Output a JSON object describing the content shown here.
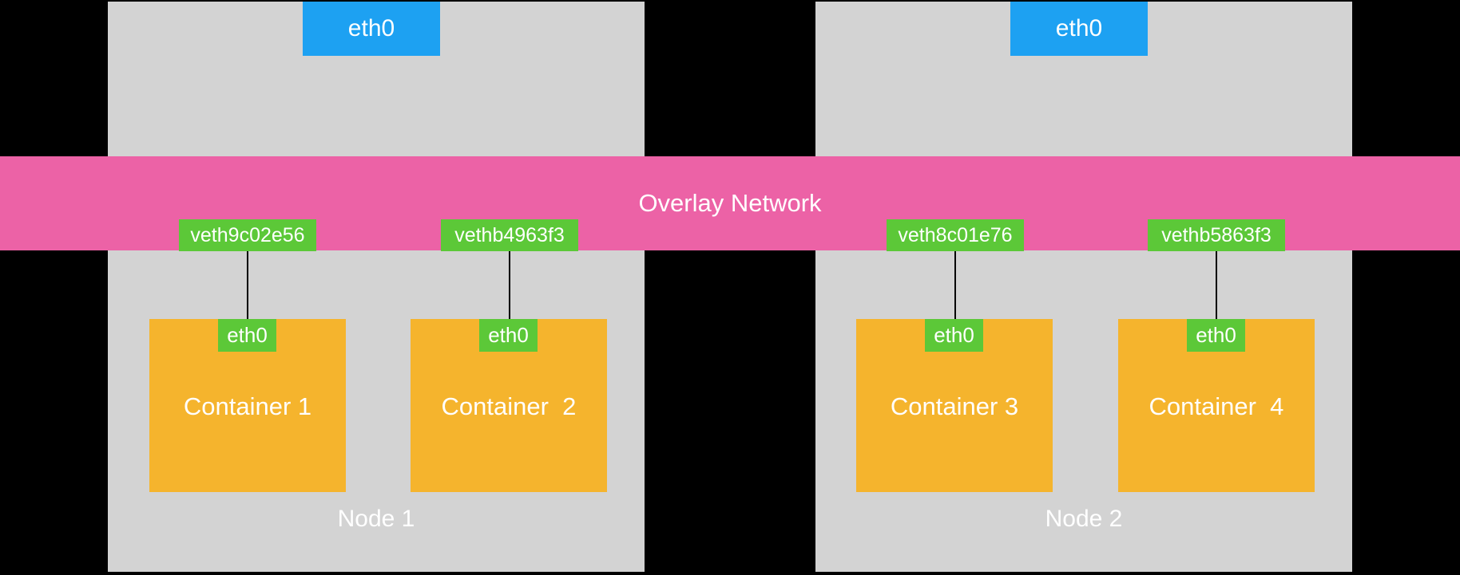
{
  "diagram": {
    "title": "Overlay Network",
    "colors": {
      "background": "#000000",
      "node": "#d3d3d3",
      "overlay": "#ec62a6",
      "iface": "#5cc838",
      "hosteth": "#1da1f2",
      "container": "#f5b42d",
      "text": "#ffffff",
      "line": "#000000"
    },
    "nodes": [
      {
        "label": "Node 1",
        "host_interface": "eth0",
        "containers": [
          {
            "name": "Container 1",
            "interface": "eth0",
            "veth": "veth9c02e56"
          },
          {
            "name": "Container  2",
            "interface": "eth0",
            "veth": "vethb4963f3"
          }
        ]
      },
      {
        "label": "Node 2",
        "host_interface": "eth0",
        "containers": [
          {
            "name": "Container 3",
            "interface": "eth0",
            "veth": "veth8c01e76"
          },
          {
            "name": "Container  4",
            "interface": "eth0",
            "veth": "vethb5863f3"
          }
        ]
      }
    ]
  }
}
